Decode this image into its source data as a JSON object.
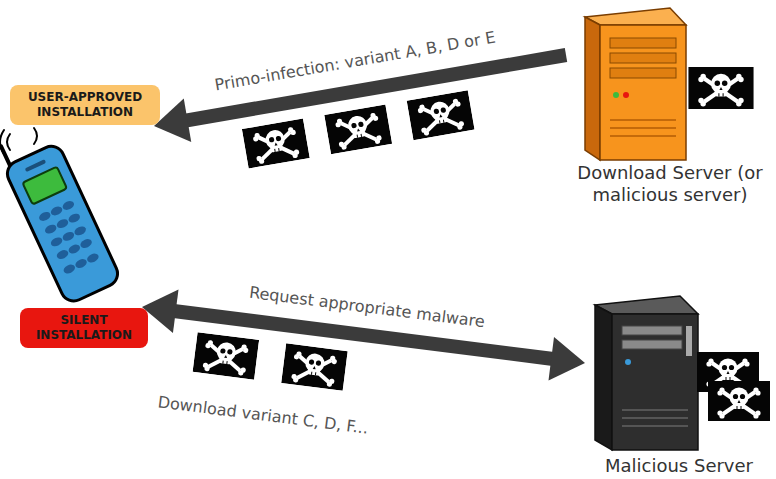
{
  "diagram": {
    "nodes": [
      {
        "text": [
          "USER-APPROVED INSTALLATION"
        ]
      },
      {
        "text": [
          "Download Server (or malicious server)"
        ]
      },
      {
        "text": [
          "SILENT INSTALLATION"
        ]
      },
      {
        "text": [
          "Malicious Server"
        ]
      }
    ],
    "edges": [
      {
        "from": 1,
        "to": 0,
        "arrow": "to",
        "label": "Primo-infection: variant A, B, D or E"
      },
      {
        "from": 2,
        "to": 3,
        "arrow": "both",
        "label": "Request appropriate malware"
      }
    ],
    "labels": [
      "Download variant C, D, F..."
    ]
  }
}
